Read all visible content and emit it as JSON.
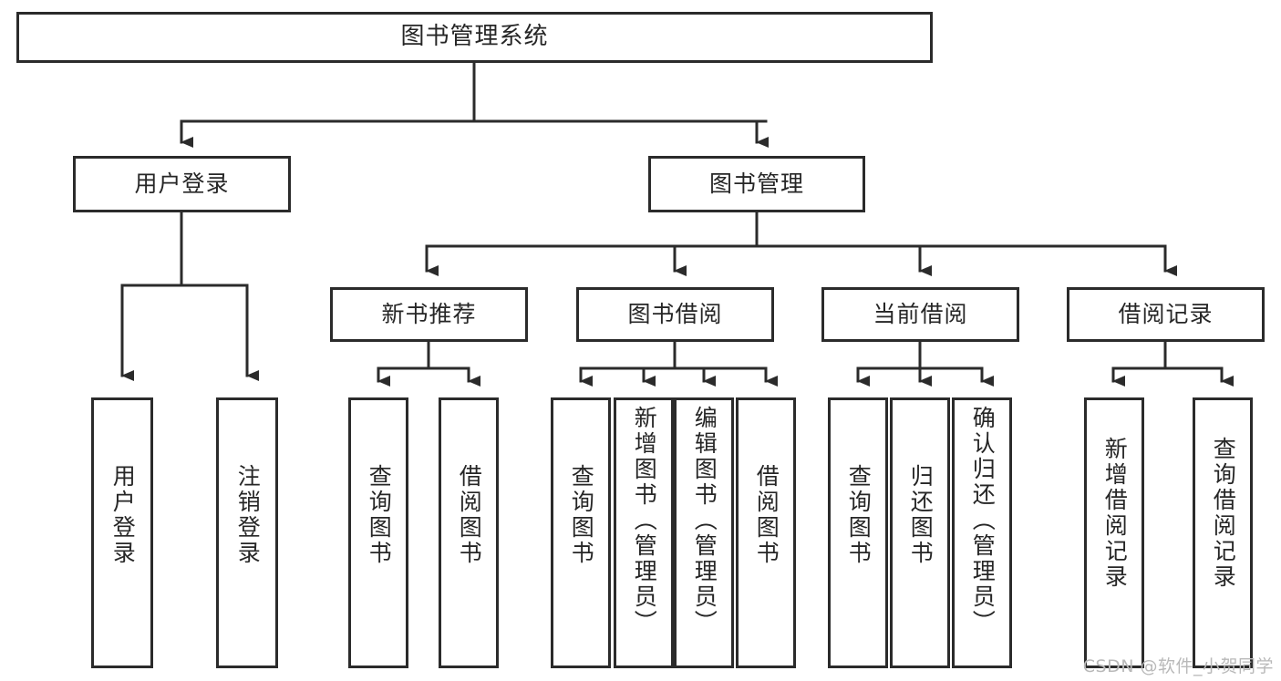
{
  "diagram": {
    "type": "tree-hierarchy",
    "title": "图书管理系统",
    "root": {
      "label": "图书管理系统"
    },
    "level2": [
      {
        "id": "user-login",
        "label": "用户登录"
      },
      {
        "id": "book-manage",
        "label": "图书管理"
      }
    ],
    "level3": [
      {
        "id": "new-book-recommend",
        "label": "新书推荐",
        "parent": "book-manage"
      },
      {
        "id": "book-borrow",
        "label": "图书借阅",
        "parent": "book-manage"
      },
      {
        "id": "current-borrow",
        "label": "当前借阅",
        "parent": "book-manage"
      },
      {
        "id": "borrow-record",
        "label": "借阅记录",
        "parent": "book-manage"
      }
    ],
    "leaves": [
      {
        "id": "leaf-user-login",
        "label": "用户登录",
        "parent": "user-login"
      },
      {
        "id": "leaf-logout",
        "label": "注销登录",
        "parent": "user-login"
      },
      {
        "id": "leaf-query-book-1",
        "label": "查询图书",
        "parent": "new-book-recommend"
      },
      {
        "id": "leaf-borrow-book-1",
        "label": "借阅图书",
        "parent": "new-book-recommend"
      },
      {
        "id": "leaf-query-book-2",
        "label": "查询图书",
        "parent": "book-borrow"
      },
      {
        "id": "leaf-add-book",
        "label": "新增图书（管理员）",
        "parent": "book-borrow"
      },
      {
        "id": "leaf-edit-book",
        "label": "编辑图书（管理员）",
        "parent": "book-borrow"
      },
      {
        "id": "leaf-borrow-book-2",
        "label": "借阅图书",
        "parent": "book-borrow"
      },
      {
        "id": "leaf-query-book-3",
        "label": "查询图书",
        "parent": "current-borrow"
      },
      {
        "id": "leaf-return-book",
        "label": "归还图书",
        "parent": "current-borrow"
      },
      {
        "id": "leaf-confirm-return",
        "label": "确认归还（管理员）",
        "parent": "current-borrow"
      },
      {
        "id": "leaf-add-record",
        "label": "新增借阅记录",
        "parent": "borrow-record"
      },
      {
        "id": "leaf-query-record",
        "label": "查询借阅记录",
        "parent": "borrow-record"
      }
    ],
    "colors": {
      "box_border": "#2b2b2b",
      "box_fill": "#ffffff",
      "connector": "#2b2b2b",
      "text": "#262626",
      "watermark": "#b9b9b9",
      "background": "#ffffff"
    }
  },
  "watermark": {
    "text": "CSDN @软件_小贺同学"
  }
}
